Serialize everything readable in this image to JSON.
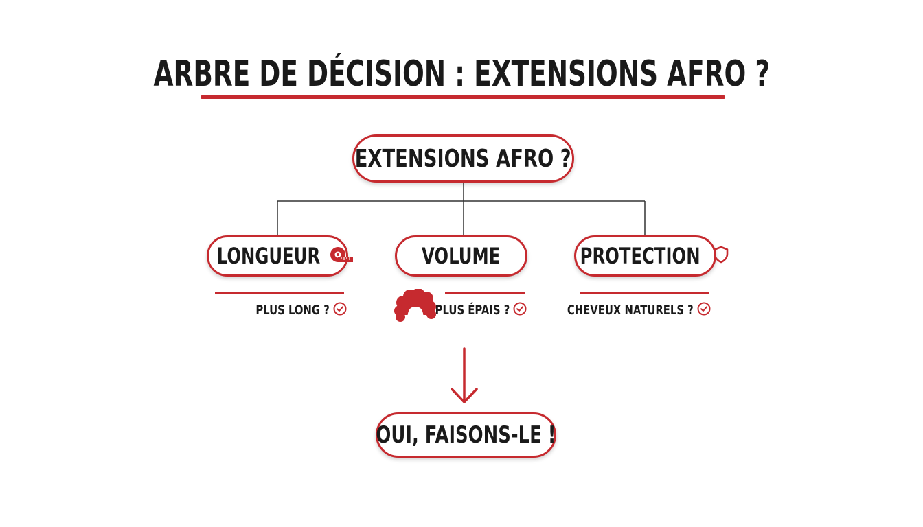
{
  "title": "ARBRE DE DÉCISION : EXTENSIONS AFRO ?",
  "root": {
    "label": "EXTENSIONS AFRO ?"
  },
  "branches": [
    {
      "label": "LONGUEUR",
      "icon": "measuring-tape-icon",
      "question": "PLUS LONG ?",
      "check_icon": "check-circle-icon"
    },
    {
      "label": "VOLUME",
      "icon": "afro-hair-icon",
      "question": "PLUS ÉPAIS ?",
      "check_icon": "check-circle-icon"
    },
    {
      "label": "PROTECTION",
      "icon": "shield-icon",
      "question": "CHEVEUX NATURELS ?",
      "check_icon": "check-circle-icon"
    }
  ],
  "result": {
    "label": "OUI, FAISONS-LE !"
  },
  "colors": {
    "accent": "#c62a2f",
    "line": "#333333",
    "text": "#1a1a1a"
  }
}
